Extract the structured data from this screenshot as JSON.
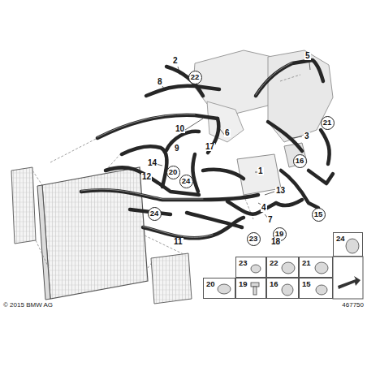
{
  "diagram": {
    "nodes": [
      {
        "text": [
          "22"
        ]
      },
      {
        "text": [
          "21"
        ]
      },
      {
        "text": [
          "16"
        ]
      },
      {
        "text": [
          "20"
        ]
      },
      {
        "text": [
          "24"
        ]
      },
      {
        "text": [
          "15"
        ]
      },
      {
        "text": [
          "24"
        ]
      },
      {
        "text": [
          "19"
        ]
      },
      {
        "text": [
          "23"
        ]
      },
      {
        "text": [
          "24"
        ]
      },
      {
        "text": [
          "23"
        ]
      },
      {
        "text": [
          "22"
        ]
      },
      {
        "text": [
          "21"
        ]
      },
      {
        "text": [
          "20"
        ]
      },
      {
        "text": [
          "19"
        ]
      },
      {
        "text": [
          "16"
        ]
      },
      {
        "text": [
          "15"
        ]
      }
    ],
    "labels": [
      "8",
      "2",
      "5",
      "3",
      "10",
      "6",
      "9",
      "17",
      "1",
      "14",
      "12",
      "13",
      "4",
      "7",
      "18",
      "11",
      "© 2015 BMW AG",
      "467750"
    ]
  }
}
